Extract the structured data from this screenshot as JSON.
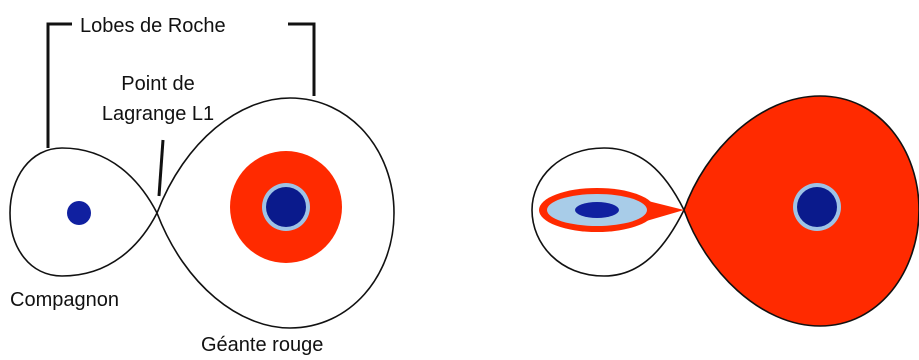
{
  "labels": {
    "roche_lobes": "Lobes de Roche",
    "lagrange_line1": "Point de",
    "lagrange_line2": "Lagrange L1",
    "companion": "Compagnon",
    "red_giant": "Géante rouge"
  },
  "colors": {
    "outline": "#111111",
    "giant_envelope": "#ff2a00",
    "core": "#0a1a8c",
    "core_halo": "#9ec3e6",
    "disk_light": "#a8cce8",
    "companion_star": "#1020a0"
  }
}
